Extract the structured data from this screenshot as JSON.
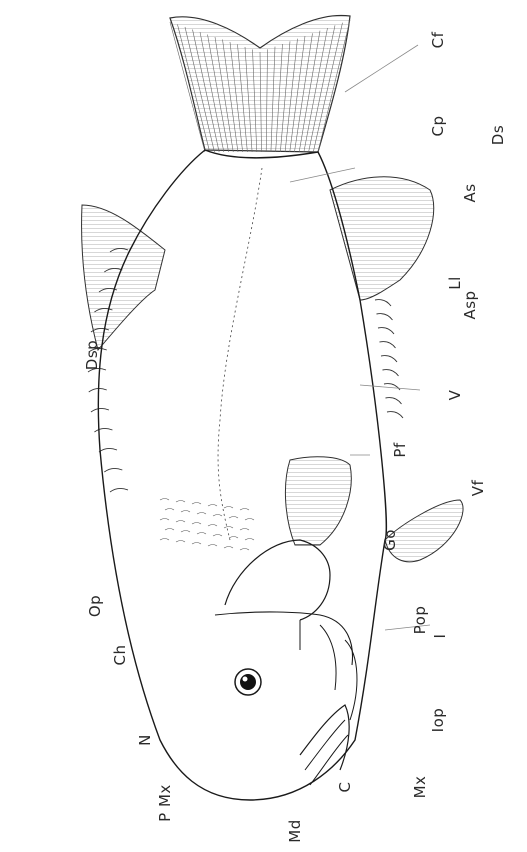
{
  "labels": {
    "cf": "Cf",
    "cp": "Cp",
    "ds": "Ds",
    "as": "As",
    "ll": "Ll",
    "asp": "Asp",
    "dsp": "Dsp",
    "v": "V",
    "pf": "Pf",
    "vf": "Vf",
    "go": "Go",
    "pop": "Pop",
    "op": "Op",
    "i": "I",
    "ch": "Ch",
    "iop": "Iop",
    "n": "N",
    "mx": "Mx",
    "c": "C",
    "pmx": "P Mx",
    "md": "Md"
  },
  "colors": {
    "line": "#1a1a1a",
    "fin_hatch": "#555555",
    "pointer": "#888888",
    "background": "#ffffff"
  }
}
